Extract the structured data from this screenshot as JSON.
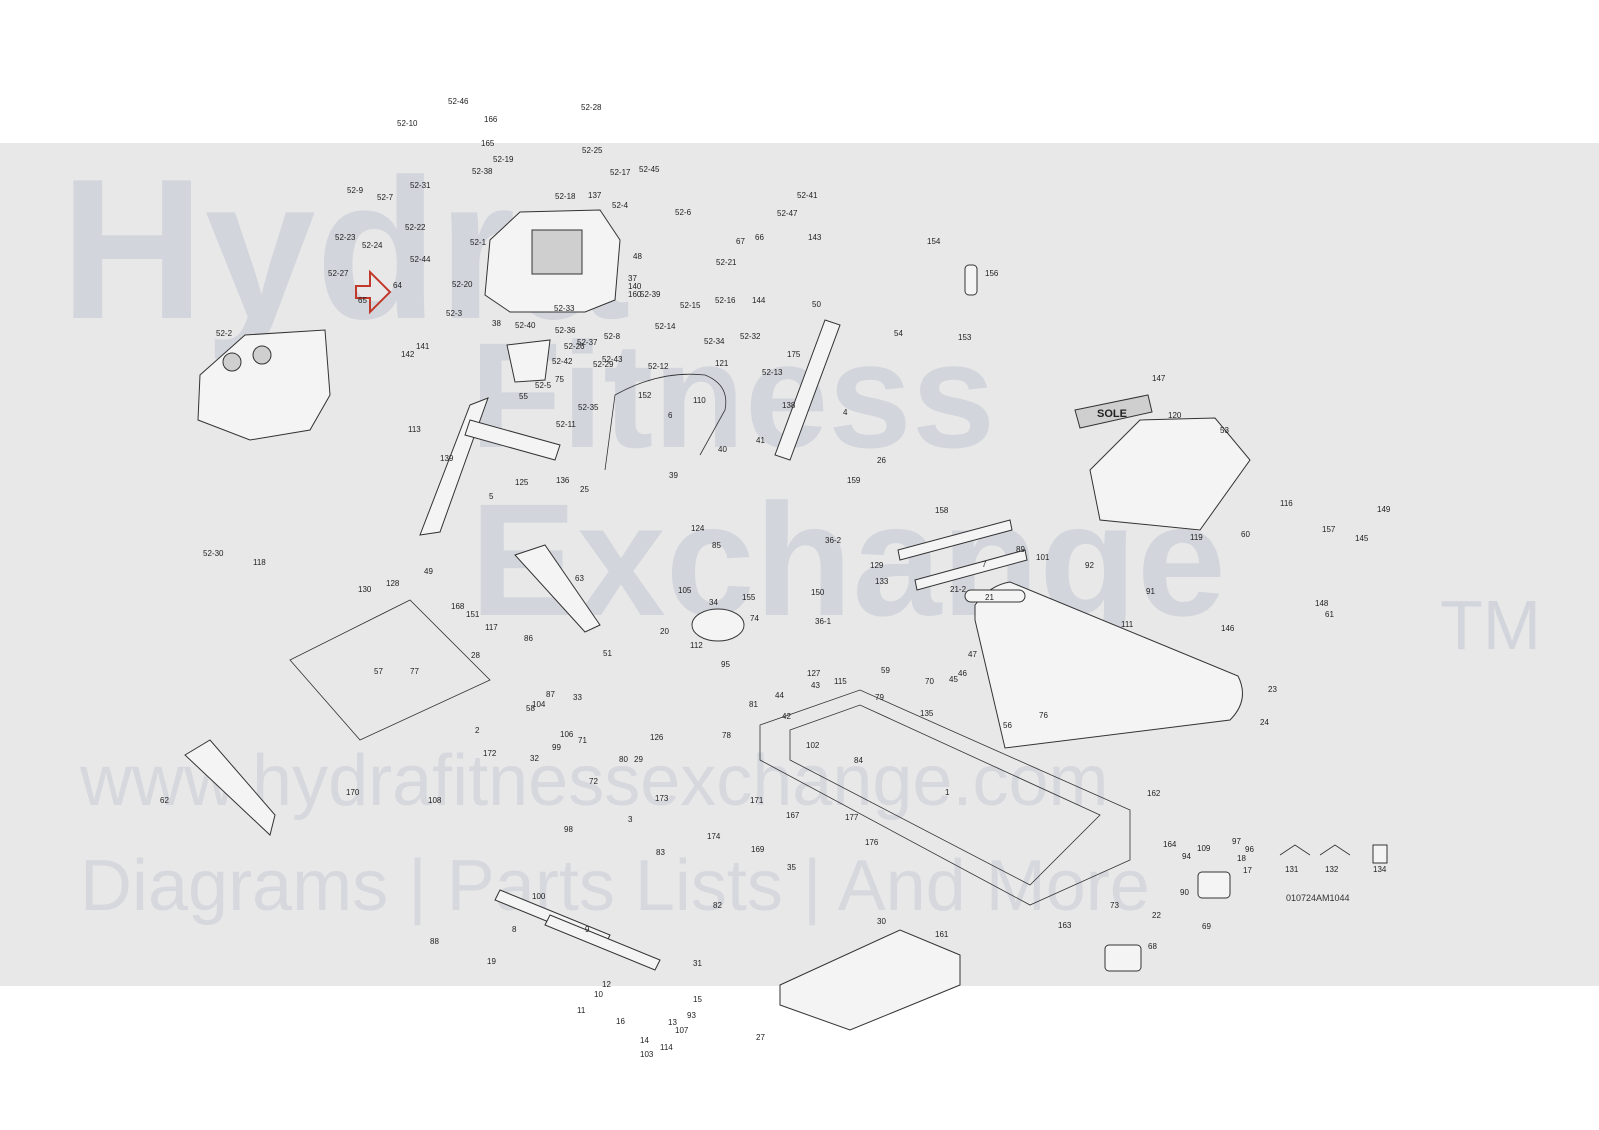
{
  "diagram": {
    "drawing_code": "010724AM1044",
    "watermark": {
      "brand_lines": [
        "Hydra",
        "Fitness",
        "Exchange"
      ],
      "trademark": "TM",
      "url": "www.hydrafitnessexchange.com",
      "tagline": "Diagrams | Parts Lists | And More"
    },
    "console_badge": "SOLE",
    "colors": {
      "band": "#e8e8e8",
      "watermark": "#d2d5dc",
      "line": "#333333",
      "highlight_arrow": "#c0392b"
    },
    "callouts": [
      {
        "label": "52-46"
      },
      {
        "label": "52-28"
      },
      {
        "label": "52-10"
      },
      {
        "label": "166"
      },
      {
        "label": "165"
      },
      {
        "label": "52-25"
      },
      {
        "label": "52-19"
      },
      {
        "label": "52-38"
      },
      {
        "label": "52-17"
      },
      {
        "label": "52-45"
      },
      {
        "label": "52-9"
      },
      {
        "label": "52-31"
      },
      {
        "label": "52-18"
      },
      {
        "label": "137"
      },
      {
        "label": "52-4"
      },
      {
        "label": "52-6"
      },
      {
        "label": "52-41"
      },
      {
        "label": "52-47"
      },
      {
        "label": "52-22"
      },
      {
        "label": "52-23"
      },
      {
        "label": "52-24"
      },
      {
        "label": "52-44"
      },
      {
        "label": "52-1"
      },
      {
        "label": "67"
      },
      {
        "label": "66"
      },
      {
        "label": "143"
      },
      {
        "label": "154"
      },
      {
        "label": "156"
      },
      {
        "label": "52-27"
      },
      {
        "label": "64"
      },
      {
        "label": "52-20"
      },
      {
        "label": "52-3"
      },
      {
        "label": "37"
      },
      {
        "label": "140"
      },
      {
        "label": "160"
      },
      {
        "label": "52-39"
      },
      {
        "label": "52-21"
      },
      {
        "label": "52-16"
      },
      {
        "label": "144"
      },
      {
        "label": "50"
      },
      {
        "label": "52-2"
      },
      {
        "label": "65"
      },
      {
        "label": "38"
      },
      {
        "label": "52-40"
      },
      {
        "label": "52-15"
      },
      {
        "label": "52-14"
      },
      {
        "label": "52-34"
      },
      {
        "label": "52-32"
      },
      {
        "label": "54"
      },
      {
        "label": "153"
      },
      {
        "label": "141"
      },
      {
        "label": "142"
      },
      {
        "label": "52-36"
      },
      {
        "label": "52-37"
      },
      {
        "label": "52-12"
      },
      {
        "label": "121"
      },
      {
        "label": "52-13"
      },
      {
        "label": "175"
      },
      {
        "label": "147"
      },
      {
        "label": "52-5"
      },
      {
        "label": "75"
      },
      {
        "label": "55"
      },
      {
        "label": "52-35"
      },
      {
        "label": "52-11"
      },
      {
        "label": "139"
      },
      {
        "label": "125"
      },
      {
        "label": "136"
      },
      {
        "label": "25"
      },
      {
        "label": "4"
      },
      {
        "label": "120"
      },
      {
        "label": "53"
      },
      {
        "label": "119"
      },
      {
        "label": "113"
      },
      {
        "label": "5"
      },
      {
        "label": "6"
      },
      {
        "label": "110"
      },
      {
        "label": "40"
      },
      {
        "label": "41"
      },
      {
        "label": "26"
      },
      {
        "label": "159"
      },
      {
        "label": "158"
      },
      {
        "label": "39"
      },
      {
        "label": "124"
      },
      {
        "label": "52-30"
      },
      {
        "label": "118"
      },
      {
        "label": "116"
      },
      {
        "label": "149"
      },
      {
        "label": "60"
      },
      {
        "label": "157"
      },
      {
        "label": "145"
      },
      {
        "label": "49"
      },
      {
        "label": "63"
      },
      {
        "label": "36-2"
      },
      {
        "label": "85"
      },
      {
        "label": "129"
      },
      {
        "label": "133"
      },
      {
        "label": "7"
      },
      {
        "label": "89"
      },
      {
        "label": "101"
      },
      {
        "label": "92"
      },
      {
        "label": "91"
      },
      {
        "label": "111"
      },
      {
        "label": "148"
      },
      {
        "label": "146"
      },
      {
        "label": "61"
      },
      {
        "label": "130"
      },
      {
        "label": "128"
      },
      {
        "label": "168"
      },
      {
        "label": "151"
      },
      {
        "label": "117"
      },
      {
        "label": "86"
      },
      {
        "label": "105"
      },
      {
        "label": "34"
      },
      {
        "label": "74"
      },
      {
        "label": "36-1"
      },
      {
        "label": "21"
      },
      {
        "label": "21-2"
      },
      {
        "label": "112"
      },
      {
        "label": "95"
      },
      {
        "label": "20"
      },
      {
        "label": "47"
      },
      {
        "label": "46"
      },
      {
        "label": "57"
      },
      {
        "label": "77"
      },
      {
        "label": "87"
      },
      {
        "label": "104"
      },
      {
        "label": "58"
      },
      {
        "label": "59"
      },
      {
        "label": "70"
      },
      {
        "label": "127"
      },
      {
        "label": "162"
      },
      {
        "label": "115"
      },
      {
        "label": "45"
      },
      {
        "label": "44"
      },
      {
        "label": "81"
      },
      {
        "label": "42"
      },
      {
        "label": "56"
      },
      {
        "label": "23"
      },
      {
        "label": "24"
      },
      {
        "label": "76"
      },
      {
        "label": "106"
      },
      {
        "label": "99"
      },
      {
        "label": "126"
      },
      {
        "label": "29"
      },
      {
        "label": "2"
      },
      {
        "label": "172"
      },
      {
        "label": "32"
      },
      {
        "label": "71"
      },
      {
        "label": "72"
      },
      {
        "label": "62"
      },
      {
        "label": "170"
      },
      {
        "label": "78"
      },
      {
        "label": "102"
      },
      {
        "label": "84"
      },
      {
        "label": "108"
      },
      {
        "label": "80"
      },
      {
        "label": "98"
      },
      {
        "label": "3"
      },
      {
        "label": "173"
      },
      {
        "label": "174"
      },
      {
        "label": "83"
      },
      {
        "label": "171"
      },
      {
        "label": "1"
      },
      {
        "label": "167"
      },
      {
        "label": "177"
      },
      {
        "label": "176"
      },
      {
        "label": "169"
      },
      {
        "label": "35"
      },
      {
        "label": "82"
      },
      {
        "label": "163"
      },
      {
        "label": "164"
      },
      {
        "label": "109"
      },
      {
        "label": "96"
      },
      {
        "label": "18"
      },
      {
        "label": "17"
      },
      {
        "label": "131"
      },
      {
        "label": "132"
      },
      {
        "label": "134"
      },
      {
        "label": "100"
      },
      {
        "label": "90"
      },
      {
        "label": "69"
      },
      {
        "label": "73"
      },
      {
        "label": "22"
      },
      {
        "label": "30"
      },
      {
        "label": "161"
      },
      {
        "label": "8"
      },
      {
        "label": "88"
      },
      {
        "label": "9"
      },
      {
        "label": "19"
      },
      {
        "label": "68"
      },
      {
        "label": "31"
      },
      {
        "label": "10"
      },
      {
        "label": "12"
      },
      {
        "label": "11"
      },
      {
        "label": "16"
      },
      {
        "label": "15"
      },
      {
        "label": "93"
      },
      {
        "label": "13"
      },
      {
        "label": "107"
      },
      {
        "label": "14"
      },
      {
        "label": "114"
      },
      {
        "label": "103"
      },
      {
        "label": "27"
      },
      {
        "label": "94"
      },
      {
        "label": "97"
      },
      {
        "label": "150"
      },
      {
        "label": "79"
      },
      {
        "label": "28"
      },
      {
        "label": "43"
      },
      {
        "label": "51"
      },
      {
        "label": "152"
      },
      {
        "label": "48"
      },
      {
        "label": "135"
      },
      {
        "label": "33"
      },
      {
        "label": "138"
      },
      {
        "label": "52-33"
      },
      {
        "label": "52-42"
      },
      {
        "label": "52-43"
      },
      {
        "label": "52-26"
      },
      {
        "label": "52-29"
      },
      {
        "label": "52-7"
      },
      {
        "label": "52-8"
      },
      {
        "label": "155"
      }
    ]
  }
}
